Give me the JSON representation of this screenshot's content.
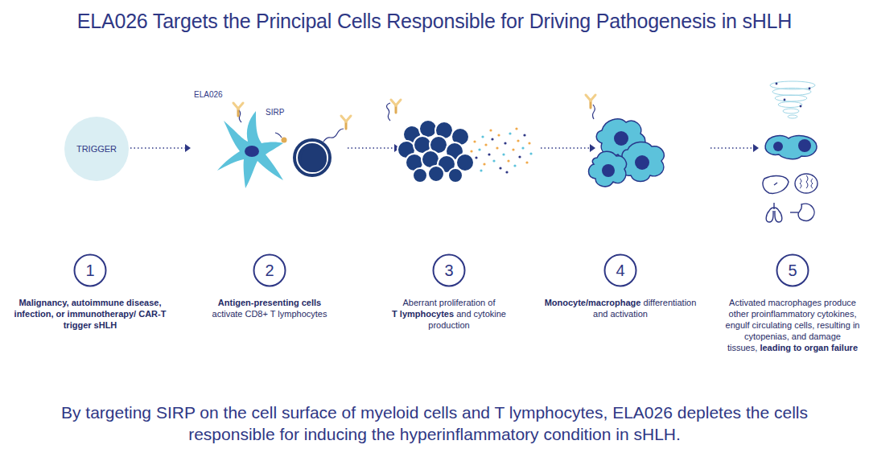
{
  "diagram": {
    "title": "ELA026 Targets the Principal Cells Responsible for Driving Pathogenesis in sHLH",
    "caption": "By targeting SIRP on the cell surface of myeloid cells and T lymphocytes, ELA026 depletes the cells responsible for inducing the hyperinflammatory condition in sHLH.",
    "nodes": [
      {
        "text": [
          "TRIGGER"
        ]
      },
      {
        "text": [
          "1"
        ]
      },
      {
        "text": [
          "2"
        ]
      },
      {
        "text": [
          "3"
        ]
      },
      {
        "text": [
          "4"
        ]
      },
      {
        "text": [
          "5"
        ]
      }
    ],
    "labels": [
      "ELA026",
      "SIRP",
      "Malignancy, autoimmune disease, infection, or immunotherapy/ CAR-T trigger sHLH",
      "Antigen-presenting cells",
      "activate CD8+ T lymphocytes",
      "Aberrant proliferation of",
      "T lymphocytes",
      "and cytokine production",
      "Monocyte/macrophage",
      "differentiation and activation",
      "Activated macrophages produce other proinflammatory cytokines, engulf circulating cells, resulting in cytopenias, and damage tissues,",
      "leading to organ failure"
    ]
  }
}
